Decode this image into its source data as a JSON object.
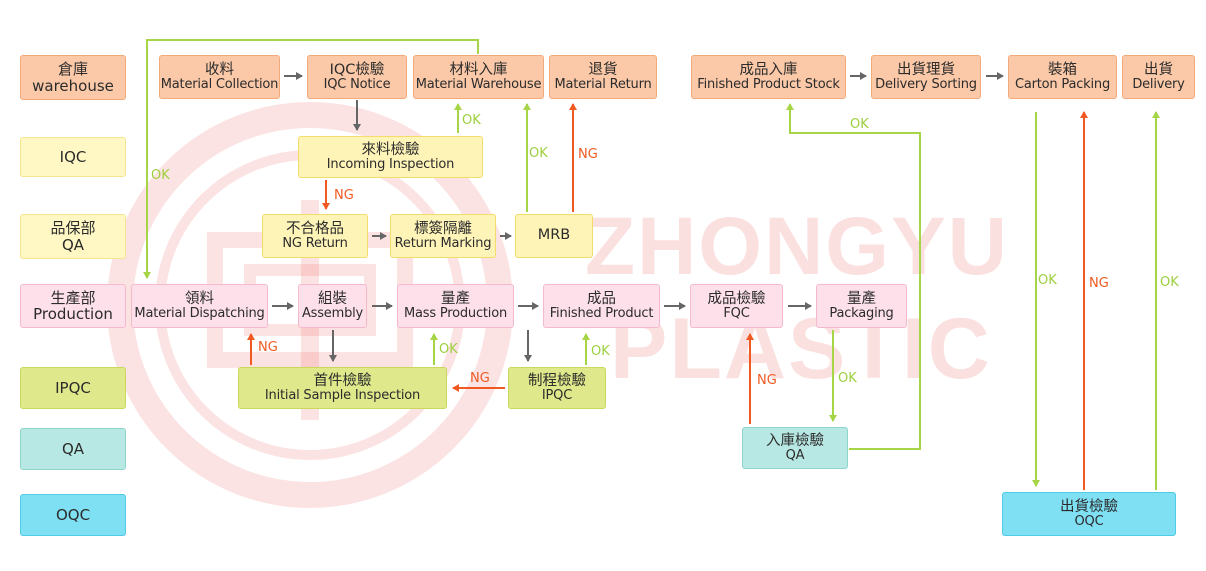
{
  "watermark": {
    "line1": "ZHONGYU",
    "line2": "PLASTIC"
  },
  "lanes": [
    {
      "l1": "倉庫",
      "l2": "warehouse"
    },
    {
      "l1": "IQC",
      "l2": ""
    },
    {
      "l1": "品保部",
      "l2": "QA"
    },
    {
      "l1": "生產部",
      "l2": "Production"
    },
    {
      "l1": "IPQC",
      "l2": ""
    },
    {
      "l1": "QA",
      "l2": ""
    },
    {
      "l1": "OQC",
      "l2": ""
    }
  ],
  "nodes": {
    "material_collection": {
      "l1": "收料",
      "l2": "Material Collection"
    },
    "iqc_notice": {
      "l1": "IQC檢驗",
      "l2": "IQC Notice"
    },
    "material_warehouse": {
      "l1": "材料入庫",
      "l2": "Material Warehouse"
    },
    "material_return": {
      "l1": "退貨",
      "l2": "Material Return"
    },
    "finished_product_stock": {
      "l1": "成品入庫",
      "l2": "Finished  Product Stock"
    },
    "delivery_sorting": {
      "l1": "出貨理貨",
      "l2": "Delivery Sorting"
    },
    "carton_packing": {
      "l1": "裝箱",
      "l2": "Carton Packing"
    },
    "delivery": {
      "l1": "出貨",
      "l2": "Delivery"
    },
    "incoming_inspection": {
      "l1": "來料檢驗",
      "l2": "Incoming Inspection"
    },
    "ng_return": {
      "l1": "不合格品",
      "l2": "NG Return"
    },
    "return_marking": {
      "l1": "標簽隔離",
      "l2": "Return Marking"
    },
    "mrb": {
      "l1": "MRB",
      "l2": ""
    },
    "material_dispatching": {
      "l1": "領料",
      "l2": "Material Dispatching"
    },
    "assembly": {
      "l1": "組裝",
      "l2": "Assembly"
    },
    "mass_production": {
      "l1": "量產",
      "l2": "Mass Production"
    },
    "finished_product": {
      "l1": "成品",
      "l2": "Finished Product"
    },
    "fqc": {
      "l1": "成品檢驗",
      "l2": "FQC"
    },
    "packaging": {
      "l1": "量產",
      "l2": "Packaging"
    },
    "initial_sample_inspection": {
      "l1": "首件檢驗",
      "l2": "Initial Sample Inspection"
    },
    "ipqc_check": {
      "l1": "制程檢驗",
      "l2": "IPQC"
    },
    "qa_check": {
      "l1": "入庫檢驗",
      "l2": "QA"
    },
    "oqc_check": {
      "l1": "出貨檢驗",
      "l2": "OQC"
    }
  },
  "edge_labels": {
    "ok": "OK",
    "ng": "NG"
  },
  "colors": {
    "ok_arrow": "#a6d548",
    "ng_arrow": "#f05a22",
    "flow_arrow": "#666666",
    "watermark": "#e73c3c"
  }
}
